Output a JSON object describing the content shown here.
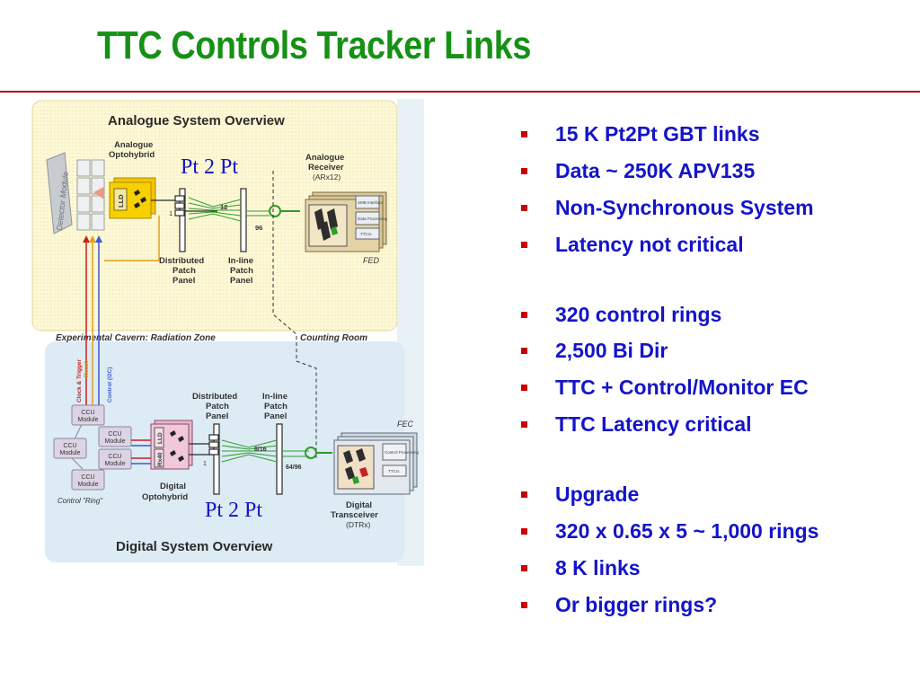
{
  "slide": {
    "title": "TTC Controls Tracker Links",
    "colors": {
      "title": "#169116",
      "rule": "#b01010",
      "bullet_text": "#1414c8",
      "bullet_marker": "#cc0000"
    }
  },
  "diagram": {
    "top_heading": "Analogue System Overview",
    "bottom_heading": "Digital System Overview",
    "detector_module": "Detector Module",
    "analogue_optohybrid": [
      "Analogue",
      "Optohybrid"
    ],
    "lld": "LLD",
    "overlay_top": "Pt 2 Pt",
    "overlay_bottom": "Pt 2 Pt",
    "distributed_patch_panel": [
      "Distributed",
      "Patch",
      "Panel"
    ],
    "inline_patch_panel": [
      "In-line",
      "Patch",
      "Panel"
    ],
    "analogue_receiver": [
      "Analogue",
      "Receiver",
      "(ARx12)"
    ],
    "fed": "FED",
    "fec": "FEC",
    "fiber_top_a": "12",
    "fiber_top_b": "96",
    "fiber_top_c": "1",
    "zone_left": "Experimental Cavern: Radiation Zone",
    "zone_right": "Counting Room",
    "side_labels": [
      "Clock & Trigger",
      "Reset",
      "Control (I2C)"
    ],
    "ccu_module": [
      "CCU",
      "Module"
    ],
    "control_ring": "Control \"Ring\"",
    "digital_optohybrid": [
      "Digital",
      "Optohybrid"
    ],
    "rx40": "Rx40",
    "fiber_bottom_a": "8/16",
    "fiber_bottom_b": "64/96",
    "fiber_bottom_c": "1",
    "digital_transceiver": [
      "Digital",
      "Transceiver",
      "(DTRx)"
    ],
    "board_labels_top": [
      "SMB Interface",
      "Data Processing",
      "TTCrx"
    ],
    "board_labels_bottom": [
      "Control Processing",
      "TTCrx"
    ]
  },
  "bullets": [
    {
      "text": "15 K Pt2Pt GBT links",
      "gap_after": false
    },
    {
      "text": "Data ~ 250K APV135",
      "gap_after": false
    },
    {
      "text": "Non-Synchronous System",
      "gap_after": false
    },
    {
      "text": "Latency not critical",
      "gap_after": true
    },
    {
      "text": "320 control rings",
      "gap_after": false
    },
    {
      "text": "2,500 Bi Dir",
      "gap_after": false
    },
    {
      "text": "TTC + Control/Monitor EC",
      "gap_after": false
    },
    {
      "text": "TTC Latency critical",
      "gap_after": true
    },
    {
      "text": "Upgrade",
      "gap_after": false
    },
    {
      "text": "320 x 0.65 x 5 ~ 1,000 rings",
      "gap_after": false
    },
    {
      "text": "8 K links",
      "gap_after": false
    },
    {
      "text": "Or bigger rings?",
      "gap_after": false
    }
  ]
}
